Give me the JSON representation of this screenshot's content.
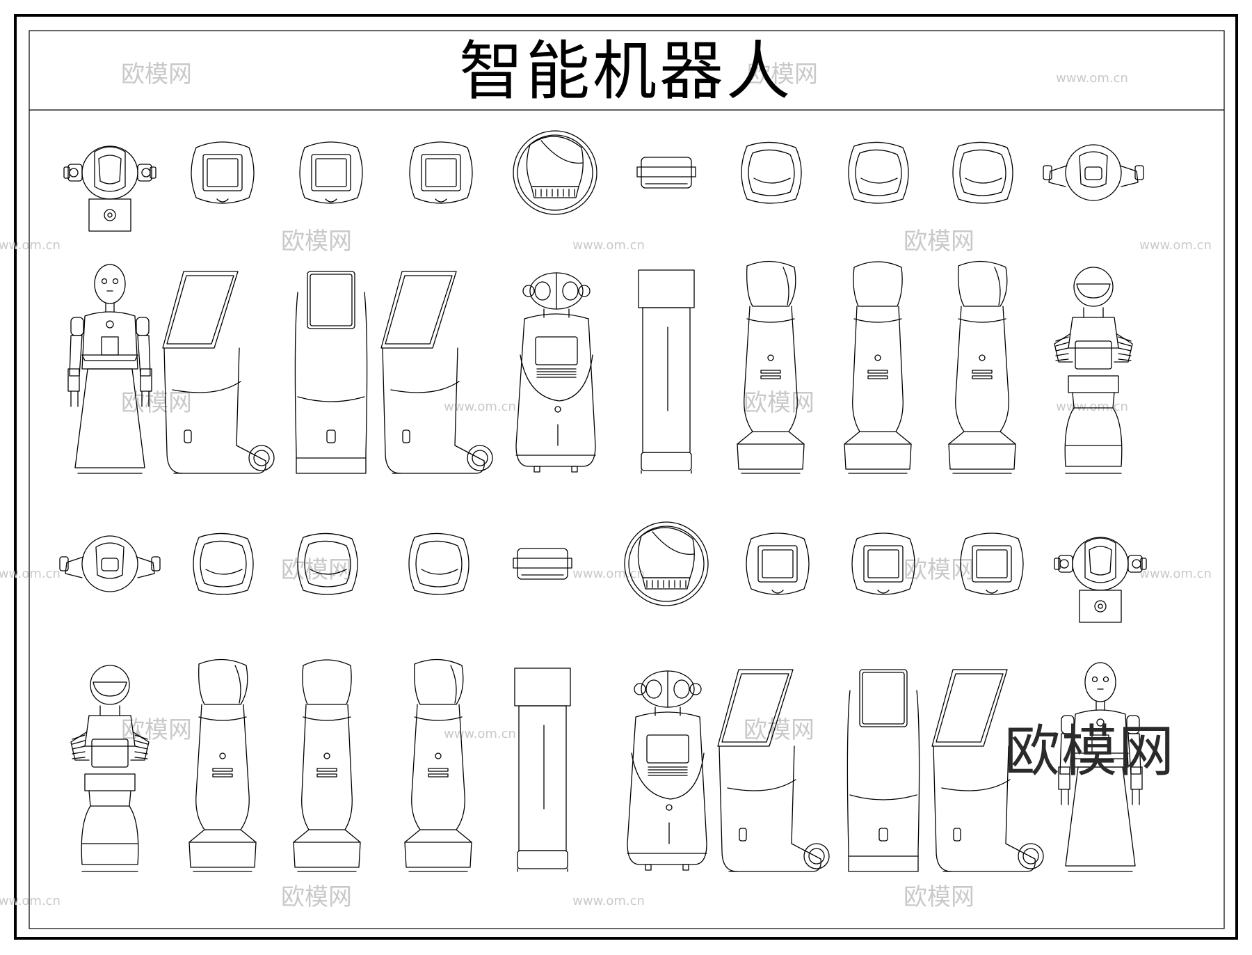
{
  "title": "智能机器人",
  "brand": "欧模网",
  "watermarks": [
    "欧模网",
    "www.om.cn"
  ],
  "rows": [
    [
      "robot-a-top",
      "kiosk-top",
      "kiosk-top",
      "kiosk-top",
      "robot-b-top",
      "stand-top",
      "round-top",
      "round-top",
      "round-top",
      "robot-c-top"
    ],
    [
      "robot-a-front",
      "kiosk-side",
      "kiosk-front",
      "kiosk-side",
      "robot-b-front",
      "stand-front",
      "round-side",
      "round-front",
      "round-side",
      "robot-c-front"
    ],
    [
      "robot-c-top",
      "round-top",
      "round-top",
      "round-top",
      "stand-top",
      "robot-b-top",
      "kiosk-top",
      "kiosk-top",
      "kiosk-top",
      "robot-a-top"
    ],
    [
      "robot-c-front",
      "round-side",
      "round-front",
      "round-side",
      "stand-front",
      "robot-b-front",
      "kiosk-side",
      "kiosk-front",
      "kiosk-side",
      "robot-a-front"
    ]
  ]
}
